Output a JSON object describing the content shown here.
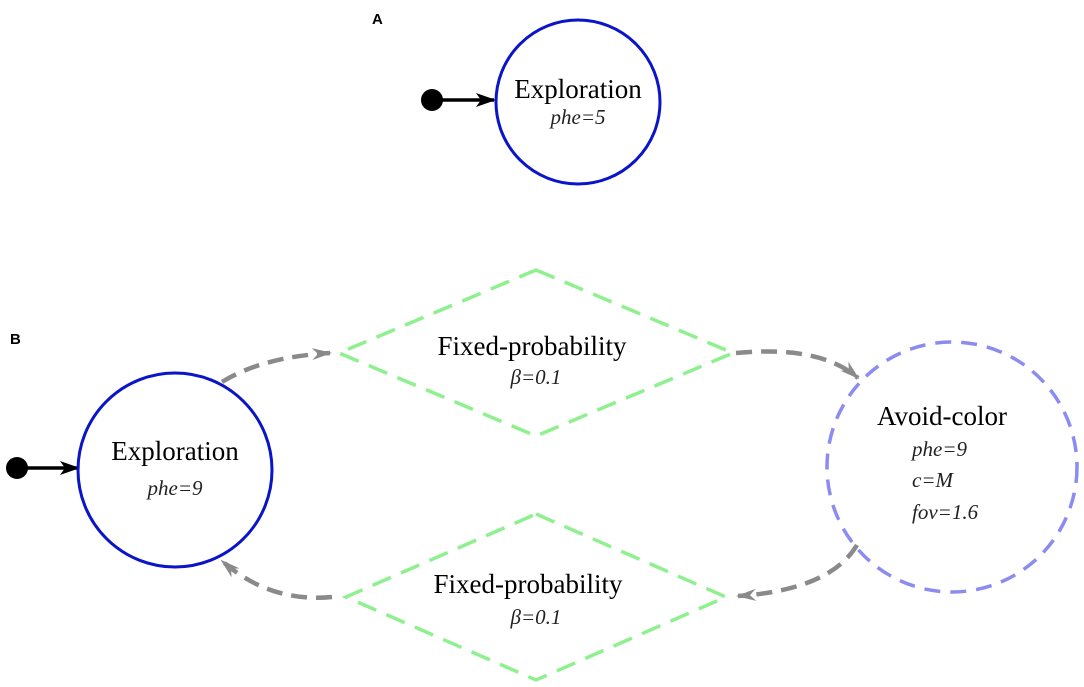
{
  "colors": {
    "state_stroke": "#0a14c8",
    "state_dashed_stroke": "#8c8cf0",
    "condition_stroke": "#8ef08e",
    "transition_stroke": "#8a8a8a",
    "initial_marker": "#000000"
  },
  "panel_a": {
    "label": "A",
    "state": {
      "title": "Exploration",
      "params": [
        "phe=5"
      ]
    }
  },
  "panel_b": {
    "label": "B",
    "start_state": {
      "title": "Exploration",
      "params": [
        "phe=9"
      ]
    },
    "target_state": {
      "title": "Avoid-color",
      "params": [
        "phe=9",
        "c=M",
        "fov=1.6"
      ]
    },
    "top_condition": {
      "title": "Fixed-probability",
      "params": [
        "β=0.1"
      ]
    },
    "bottom_condition": {
      "title": "Fixed-probability",
      "params": [
        "β=0.1"
      ]
    }
  }
}
